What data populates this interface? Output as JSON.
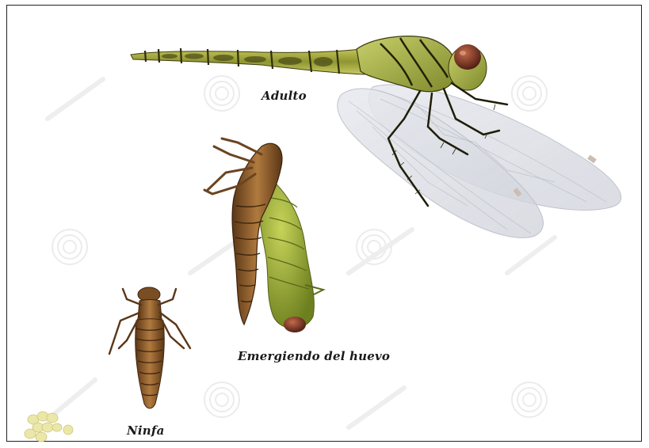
{
  "labels": {
    "adult": "Adulto",
    "emerging": "Emergiendo del huevo",
    "nymph": "Ninfa"
  },
  "stages": [
    {
      "id": "eggs",
      "label": ""
    },
    {
      "id": "nymph",
      "label": "Ninfa"
    },
    {
      "id": "emerging",
      "label": "Emergiendo del huevo"
    },
    {
      "id": "adult",
      "label": "Adulto"
    }
  ],
  "colors": {
    "adult_body": "#a6ab3a",
    "adult_body_dark": "#4a4a16",
    "wing": "#d9dce3",
    "nymph_body": "#8a5a2b",
    "nymph_dark": "#4a2c12",
    "egg": "#e9e6a8",
    "watermark": "#eeeeee"
  }
}
